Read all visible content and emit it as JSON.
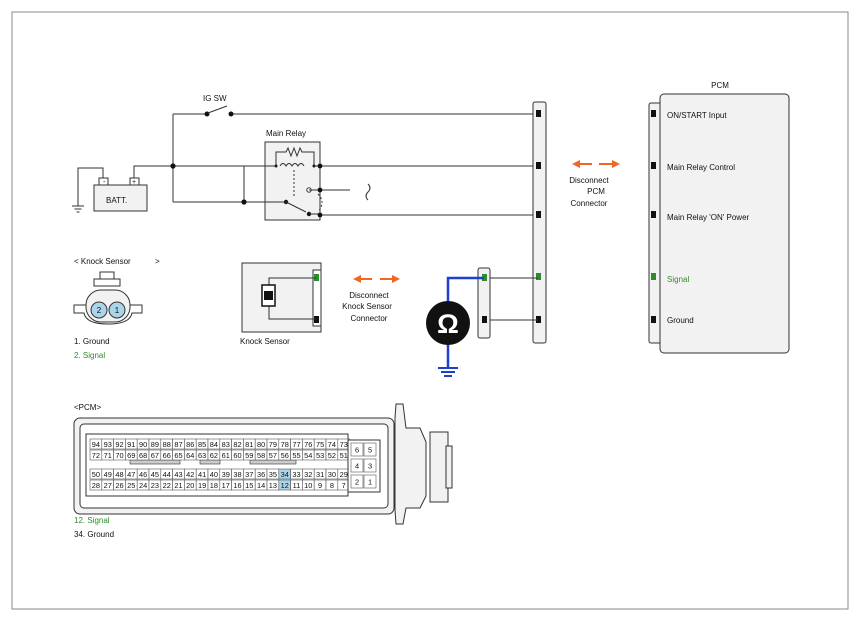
{
  "battery": {
    "label": "BATT."
  },
  "ig_switch": {
    "label": "IG SW"
  },
  "main_relay": {
    "label": "Main Relay"
  },
  "pcm": {
    "title": "PCM",
    "pins": [
      "ON/START Input",
      "Main Relay Control",
      "Main Relay 'ON' Power",
      "Signal",
      "Ground"
    ]
  },
  "disconnect_pcm": [
    "Disconnect",
    "PCM",
    "Connector"
  ],
  "disconnect_knock": [
    "Disconnect",
    "Knock Sensor",
    "Connector"
  ],
  "knock_sensor": {
    "label": "Knock Sensor",
    "connector_title_left": "< Knock Sensor",
    "connector_title_right": ">",
    "pins": [
      "2",
      "1"
    ],
    "legend": [
      "1. Ground",
      "2. Signal"
    ]
  },
  "ohm_symbol": "Ω",
  "pcm_connector": {
    "title": "<PCM>",
    "row1": [
      "94",
      "93",
      "92",
      "91",
      "90",
      "89",
      "88",
      "87",
      "86",
      "85",
      "84",
      "83",
      "82",
      "81",
      "80",
      "79",
      "78",
      "77",
      "76",
      "75",
      "74",
      "73"
    ],
    "row2": [
      "72",
      "71",
      "70",
      "69",
      "68",
      "67",
      "66",
      "65",
      "64",
      "63",
      "62",
      "61",
      "60",
      "59",
      "58",
      "57",
      "56",
      "55",
      "54",
      "53",
      "52",
      "51"
    ],
    "row3": [
      "50",
      "49",
      "48",
      "47",
      "46",
      "45",
      "44",
      "43",
      "42",
      "41",
      "40",
      "39",
      "38",
      "37",
      "36",
      "35",
      "34",
      "33",
      "32",
      "31",
      "30",
      "29"
    ],
    "row4": [
      "28",
      "27",
      "26",
      "25",
      "24",
      "23",
      "22",
      "21",
      "20",
      "19",
      "18",
      "17",
      "16",
      "15",
      "14",
      "13",
      "12",
      "11",
      "10",
      "9",
      "8",
      "7"
    ],
    "small_block": [
      [
        "6",
        "5"
      ],
      [
        "4",
        "3"
      ],
      [
        "2",
        "1"
      ]
    ],
    "highlighted": [
      "34",
      "12"
    ],
    "legend": [
      "12. Signal",
      "34. Ground"
    ]
  },
  "colors": {
    "signal": "#2e8b2e",
    "arrow": "#f26522",
    "blue_wire": "#1f3fd0",
    "highlight": "#a9d4ea"
  }
}
